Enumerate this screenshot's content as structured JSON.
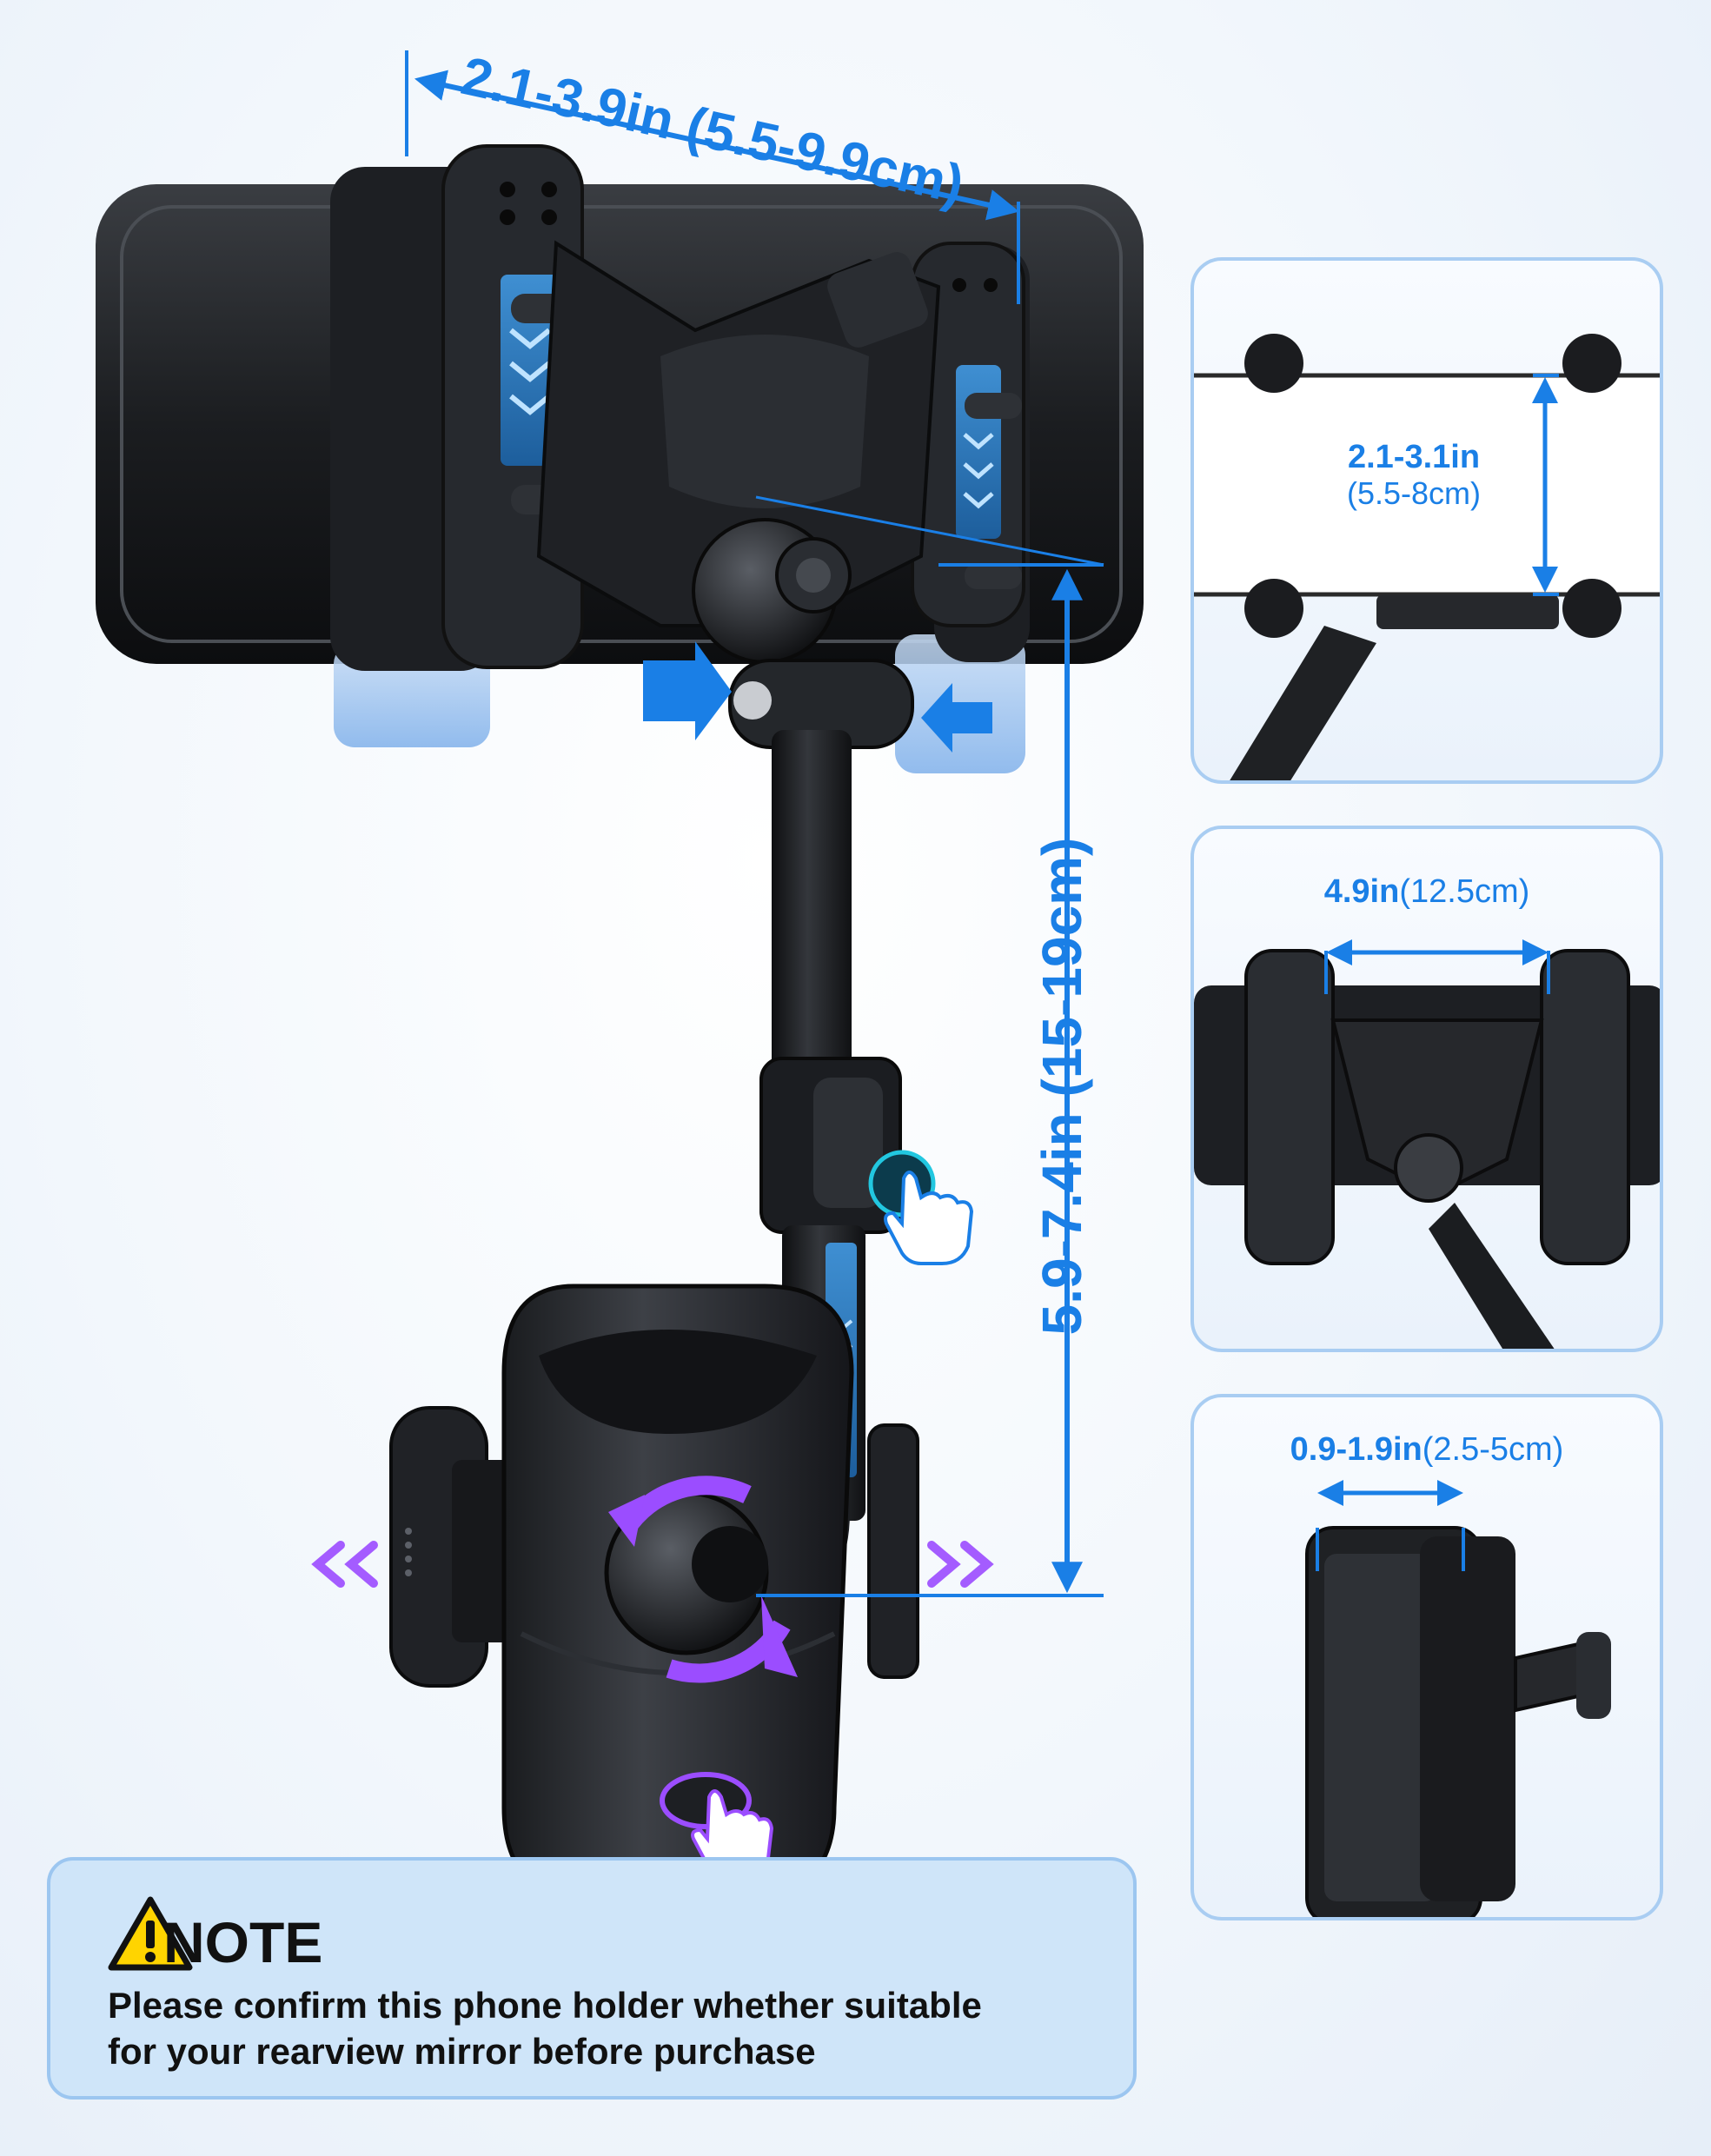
{
  "main_dimensions": {
    "width_label": "2.1-3.9in (5.5-9.9cm)",
    "arm_length_label": "5.9-7.4in (15-19cm)"
  },
  "detail_panels": [
    {
      "label_bold": "2.1-3.1in",
      "label_normal": "(5.5-8cm)"
    },
    {
      "label_bold": "4.9in",
      "label_normal": "(12.5cm)"
    },
    {
      "label_bold": "0.9-1.9in",
      "label_normal": "(2.5-5cm)"
    }
  ],
  "note": {
    "icon": "warning-triangle-icon",
    "title": "NOTE",
    "lines": [
      "Please confirm this phone holder whether suitable",
      "for your rearview mirror before purchase"
    ]
  },
  "colors": {
    "accent_blue": "#1a7fe6",
    "adjust_purple": "#9b4dff",
    "note_background": "#cfe5f9",
    "warning_yellow": "#ffd400"
  }
}
